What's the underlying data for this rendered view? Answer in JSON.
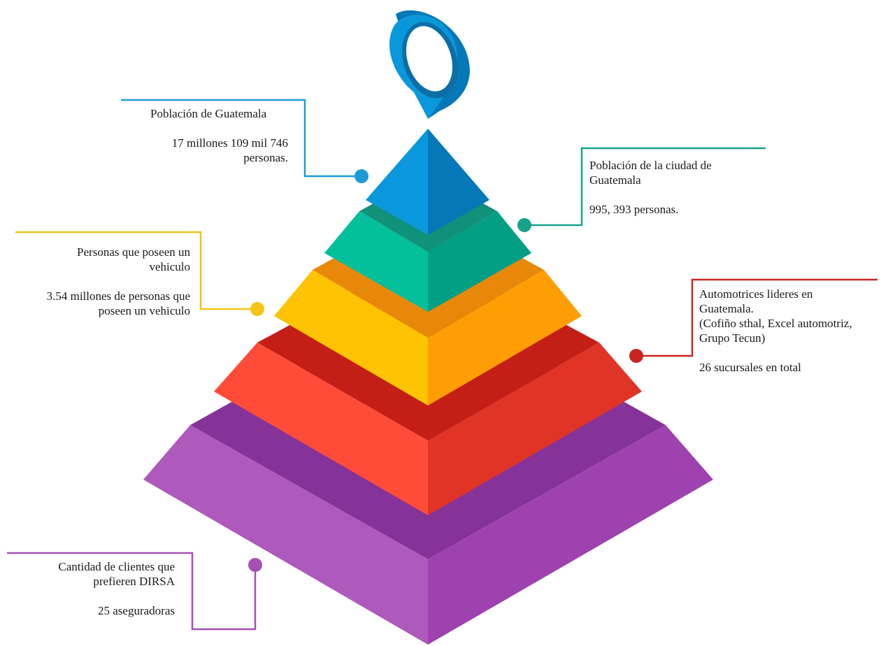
{
  "colors": {
    "blue": "#0a98dc",
    "teal": "#16a88a",
    "yellow": "#f5c418",
    "red": "#c8251f",
    "purple": "#a550b4"
  },
  "pin_icon": "map-pin-icon",
  "labels": {
    "poblacion_guatemala": {
      "title": "Población de Guatemala",
      "value_1": "17 millones 109 mil 746",
      "value_2": "personas."
    },
    "ciudad_guatemala": {
      "title_1": "Población de la ciudad de",
      "title_2": "Guatemala",
      "value": "995, 393 personas."
    },
    "vehiculo": {
      "title_1": "Personas que poseen un",
      "title_2": "vehiculo",
      "value_1": "3.54  millones de personas que",
      "value_2": "poseen un vehiculo"
    },
    "automotrices": {
      "line_1": "Automotrices lideres en",
      "line_2": "Guatemala.",
      "line_3": "(Cofiño sthal, Excel automotriz,",
      "line_4": "Grupo Tecun)",
      "value": "26 sucursales en total"
    },
    "clientes": {
      "title_1": "Cantidad de clientes que",
      "title_2": "prefieren DIRSA",
      "value": "25 aseguradoras"
    }
  }
}
